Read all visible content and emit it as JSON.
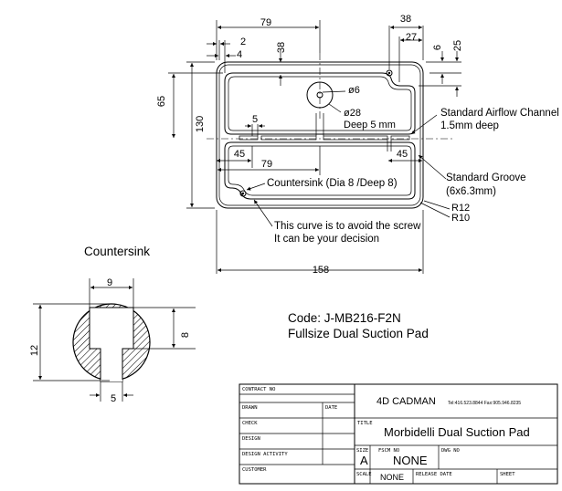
{
  "dimensions": {
    "d79_top": "79",
    "d2": "2",
    "d4": "4",
    "d38_left": "38",
    "d38_right": "38",
    "d27": "27",
    "d6": "6",
    "d25": "25",
    "d65": "65",
    "d130": "130",
    "d5_channel": "5",
    "d45_left": "45",
    "d45_right": "45",
    "d79_mid": "79",
    "d158": "158",
    "ring_outer": "ø28",
    "ring_inner": "ø6",
    "deep": "Deep 5 mm",
    "r12": "R12",
    "r10": "R10"
  },
  "notes": {
    "airflow_line1": "Standard Airflow Channel",
    "airflow_line2": "1.5mm deep",
    "groove_line1": "Standard Groove",
    "groove_line2": "(6x6.3mm)",
    "countersink_note": "Countersink (Dia 8 /Deep 8)",
    "curve_line1": "This curve is to avoid the screw",
    "curve_line2": "It can be your decision"
  },
  "countersink": {
    "title": "Countersink",
    "d9": "9",
    "d12": "12",
    "d8": "8",
    "d5": "5"
  },
  "code": {
    "line1": "Code: J-MB216-F2N",
    "line2": "Fullsize Dual Suction Pad"
  },
  "title_block": {
    "contract_no": "CONTRACT NO",
    "drawn": "DRAWN",
    "date": "DATE",
    "check": "CHECK",
    "design": "DESIGN",
    "design_activity": "DESIGN ACTIVITY",
    "customer": "CUSTOMER",
    "company": "4D CADMAN",
    "contact": "Tel:416.523.8844  Fax:905.946.8235",
    "title_label": "TITLE",
    "title_value": "Morbidelli Dual Suction Pad",
    "size_label": "SIZE",
    "size_value": "A",
    "fscm_label": "FSCM NO",
    "fscm_value": "NONE",
    "dwg_label": "DWG NO",
    "scale_label": "SCALE",
    "scale_value": "NONE",
    "release_label": "RELEASE DATE",
    "sheet_label": "SHEET"
  }
}
